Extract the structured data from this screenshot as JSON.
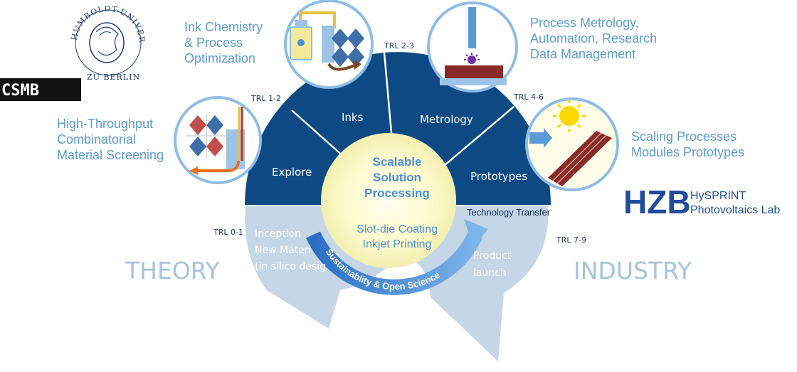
{
  "logos": {
    "university_arc_text": "HUMBOLDT-UNIVERSITÄT",
    "university_bottom_text": "ZU BERLIN",
    "csmb": "CSMB",
    "hzb_mark": "HZB",
    "hzb_line1": "HySPRINT",
    "hzb_line2": "Photovoltaics Lab"
  },
  "circles": {
    "screening": [
      "High-Throughput",
      "Combinatorial",
      "Material Screening"
    ],
    "ink": [
      "Ink Chemistry",
      "& Process",
      "Optimization"
    ],
    "metrology": [
      "Process Metrology,",
      "Automation, Research",
      "Data Management"
    ],
    "scaling": [
      "Scaling Processes",
      "Modules Prototypes"
    ]
  },
  "segments": {
    "explore": "Explore",
    "inks": "Inks",
    "metrology": "Metrology",
    "prototypes": "Prototypes"
  },
  "trl": {
    "t01": "TRL 0-1",
    "t12": "TRL 1-2",
    "t23": "TRL 2-3",
    "t46": "TRL 4-6",
    "t79": "TRL 7-9"
  },
  "center": {
    "line1": "Scalable",
    "line2": "Solution",
    "line3": "Processing",
    "line4": "Slot-die Coating",
    "line5": "Inkjet Printing"
  },
  "arc_text": "Sustainablity & Open Science",
  "technology_transfer": "Technology Transfer",
  "left_gray": {
    "big": "THEORY",
    "line1": "Inception",
    "line2": "New Materi",
    "line3": "(in silico desig"
  },
  "right_gray": {
    "big": "INDUSTRY",
    "line1": "Product",
    "line2": "launch"
  },
  "colors": {
    "dark_blue": "#0d4a84",
    "light_gray_blue": "#c5d6e6",
    "accent_blue": "#5b9bd5",
    "glow": "#fffde0"
  }
}
